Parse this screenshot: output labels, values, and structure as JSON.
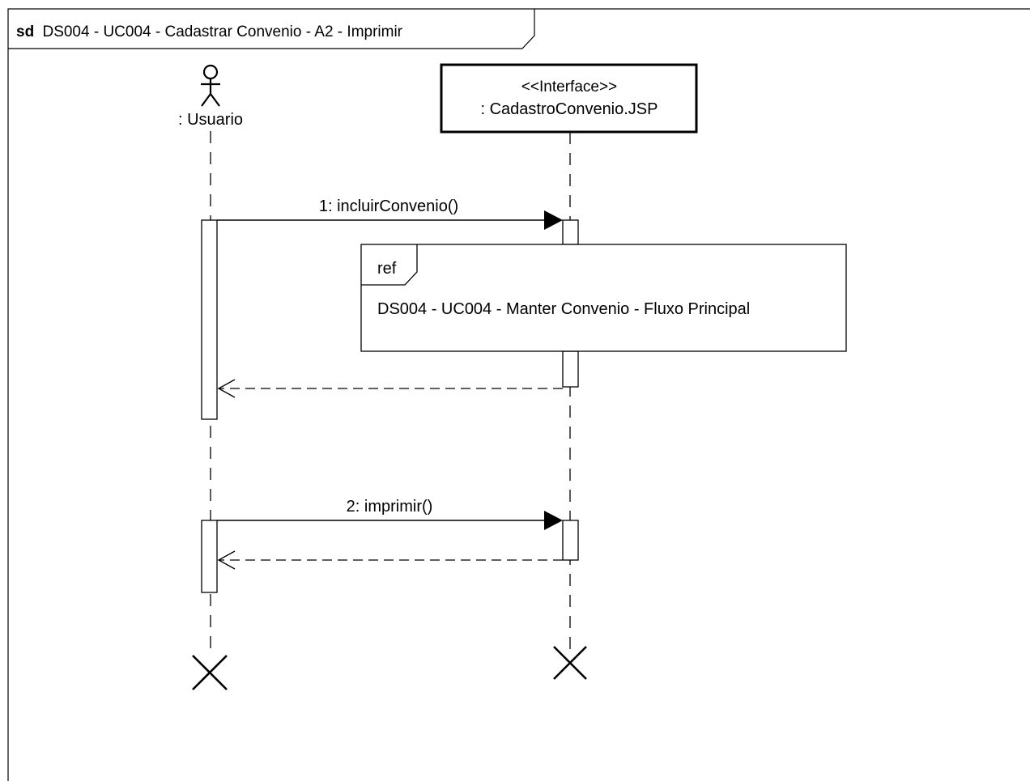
{
  "frame": {
    "keyword": "sd",
    "title": "DS004 - UC004 - Cadastrar Convenio - A2 - Imprimir"
  },
  "lifelines": {
    "actor": {
      "name": ": Usuario",
      "icon": "stick-figure-actor-icon"
    },
    "interface": {
      "stereotype": "<<Interface>>",
      "name": ": CadastroConvenio.JSP"
    }
  },
  "messages": [
    {
      "label": "1: incluirConvenio()",
      "kind": "synchronous"
    },
    {
      "label": "",
      "kind": "reply"
    },
    {
      "label": "2: imprimir()",
      "kind": "synchronous"
    },
    {
      "label": "",
      "kind": "reply"
    }
  ],
  "ref_fragment": {
    "keyword": "ref",
    "text": "DS004 - UC004 - Manter Convenio - Fluxo Principal"
  },
  "colors": {
    "stroke": "#000000",
    "background": "#ffffff"
  }
}
